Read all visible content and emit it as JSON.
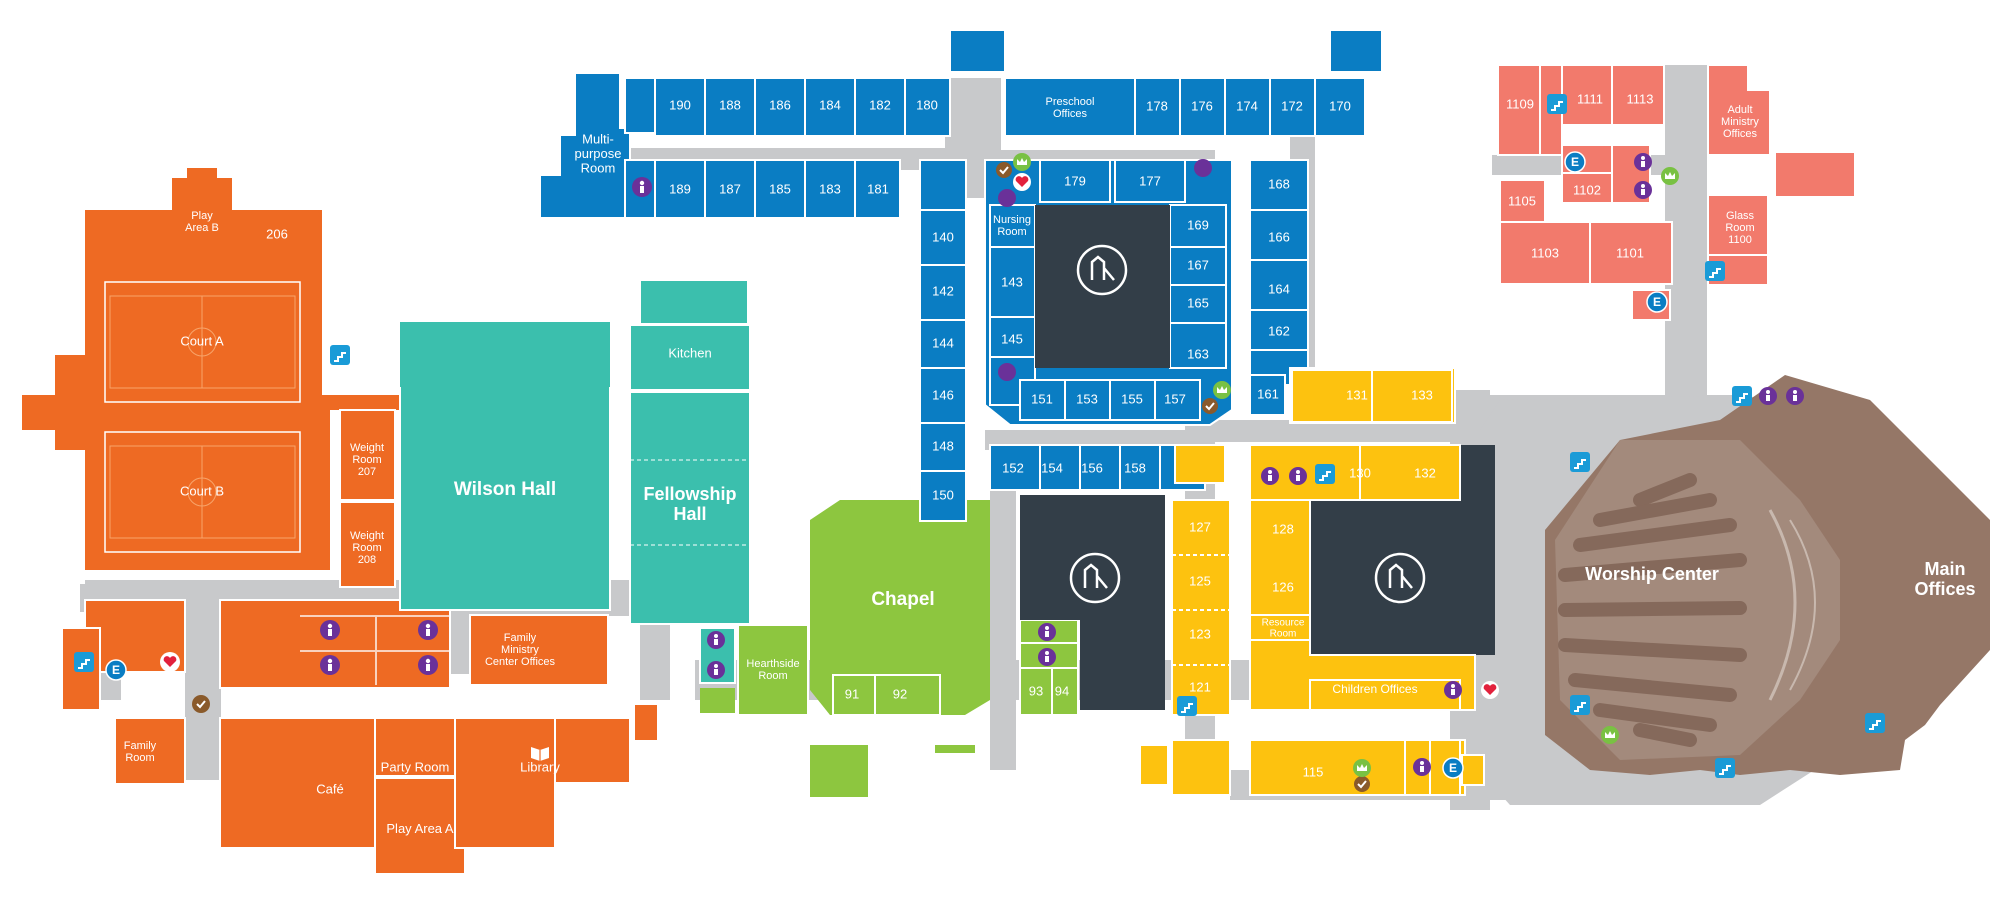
{
  "colors": {
    "orange": "#ee6a23",
    "teal": "#3bbfad",
    "blue": "#0a7dc3",
    "green": "#8dc63f",
    "yellow": "#fdc20f",
    "salmon": "#f27a6c",
    "brown": "#957767",
    "dark": "#333e48",
    "corridor": "#c8c9cb",
    "restroom": "#6a3199",
    "stairs": "#1a9bd7",
    "heart": "#e2213c",
    "check": "#8a5a2b",
    "crown": "#79c143"
  },
  "labels": {
    "play_area_b": "Play Area B",
    "r206": "206",
    "court_a": "Court A",
    "court_b": "Court B",
    "weight_207": "Weight Room 207",
    "weight_208": "Weight Room 208",
    "family_ministry": "Family Ministry Center Offices",
    "family_room": "Family Room",
    "cafe": "Café",
    "party_room": "Party Room",
    "library": "Library",
    "play_area_a": "Play Area A",
    "wilson_hall": "Wilson Hall",
    "kitchen": "Kitchen",
    "fellowship_hall": "Fellowship Hall",
    "hearthside": "Hearthside Room",
    "chapel": "Chapel",
    "r91": "91",
    "r92": "92",
    "r93": "93",
    "r94": "94",
    "multipurpose": "Multi- purpose Room",
    "r190": "190",
    "r188": "188",
    "r186": "186",
    "r184": "184",
    "r182": "182",
    "r180": "180",
    "r189": "189",
    "r187": "187",
    "r185": "185",
    "r183": "183",
    "r181": "181",
    "preschool": "Preschool Offices",
    "r178": "178",
    "r176": "176",
    "r174": "174",
    "r172": "172",
    "r170": "170",
    "r179": "179",
    "r177": "177",
    "nursing": "Nursing Room",
    "r140": "140",
    "r142": "142",
    "r144": "144",
    "r146": "146",
    "r148": "148",
    "r150": "150",
    "r143": "143",
    "r145": "145",
    "r169": "169",
    "r167": "167",
    "r165": "165",
    "r163": "163",
    "r168": "168",
    "r166": "166",
    "r164": "164",
    "r162": "162",
    "r161": "161",
    "r151": "151",
    "r153": "153",
    "r155": "155",
    "r157": "157",
    "r152": "152",
    "r154": "154",
    "r156": "156",
    "r158": "158",
    "r131": "131",
    "r133": "133",
    "r130": "130",
    "r132": "132",
    "r127": "127",
    "r125": "125",
    "r123": "123",
    "r121": "121",
    "r128": "128",
    "r126": "126",
    "resource": "Resource Room",
    "children_offices": "Children Offices",
    "r115": "115",
    "r1109": "1109",
    "r1111": "1111",
    "r1113": "1113",
    "adult_ministry": "Adult Ministry Offices",
    "r1105": "1105",
    "r1102": "1102",
    "glass_room": "Glass Room 1100",
    "r1103": "1103",
    "r1101": "1101",
    "worship_center": "Worship Center",
    "main_offices": "Main Offices",
    "elevator": "E"
  }
}
